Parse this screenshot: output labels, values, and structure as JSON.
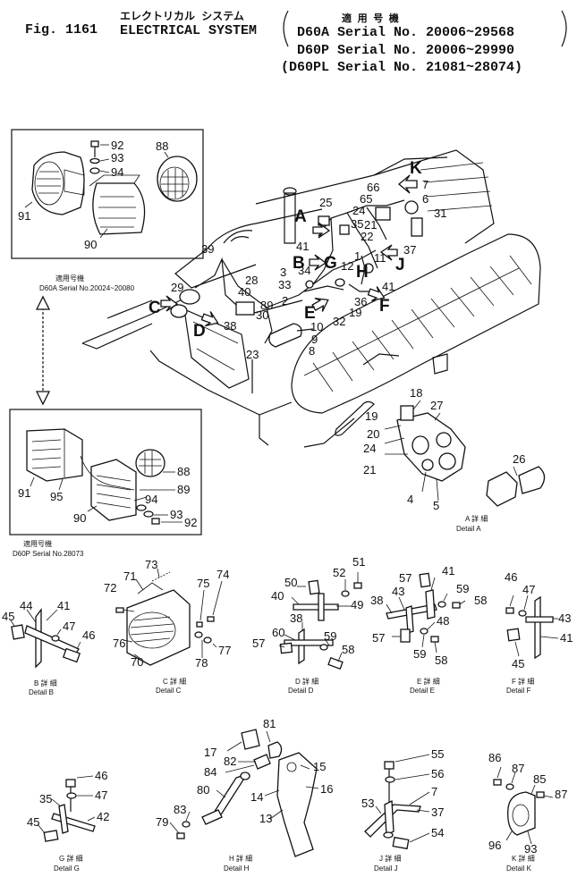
{
  "header": {
    "fig": "Fig. 1161",
    "title_jp": "エレクトリカル システム",
    "title_en": "ELECTRICAL SYSTEM",
    "applicable_jp": "適 用 号 機",
    "serials": [
      "D60A Serial No. 20006~29568",
      "D60P Serial No. 20006~29990",
      "(D60PL Serial No. 21081~28074)"
    ]
  },
  "inset_top": {
    "applicable": "適用号機",
    "serial": "D60A Serial No.20024~20080",
    "parts": [
      "92",
      "93",
      "94",
      "88",
      "91",
      "90"
    ]
  },
  "inset_bottom": {
    "applicable": "適用号機",
    "serial": "D60P Serial No.28073",
    "parts": [
      "88",
      "89",
      "94",
      "93",
      "92",
      "91",
      "95",
      "90"
    ]
  },
  "main_letters": [
    "K",
    "A",
    "B",
    "G",
    "H",
    "J",
    "C",
    "D",
    "E",
    "F"
  ],
  "main_parts": [
    "66",
    "7",
    "65",
    "6",
    "25",
    "24",
    "31",
    "35",
    "21",
    "22",
    "37",
    "41",
    "11",
    "1",
    "12",
    "34",
    "39",
    "28",
    "29",
    "40",
    "89",
    "33",
    "2",
    "3",
    "30",
    "36",
    "41",
    "19",
    "32",
    "10",
    "9",
    "8",
    "38",
    "23",
    "18",
    "27",
    "19",
    "20",
    "24",
    "21",
    "4",
    "5",
    "26"
  ],
  "details": [
    {
      "id": "A",
      "jp": "A 詳 細",
      "en": "Detail A"
    },
    {
      "id": "B",
      "jp": "B 詳 細",
      "en": "Detail B",
      "parts": [
        "44",
        "45",
        "41",
        "47",
        "46"
      ]
    },
    {
      "id": "C",
      "jp": "C 詳 細",
      "en": "Detail C",
      "parts": [
        "72",
        "71",
        "73",
        "75",
        "74",
        "76",
        "70",
        "78",
        "77"
      ]
    },
    {
      "id": "D",
      "jp": "D 詳 細",
      "en": "Detail D",
      "parts": [
        "50",
        "52",
        "51",
        "40",
        "49",
        "38",
        "60",
        "59",
        "57",
        "58"
      ]
    },
    {
      "id": "E",
      "jp": "E 詳 細",
      "en": "Detail E",
      "parts": [
        "57",
        "41",
        "38",
        "43",
        "59",
        "48",
        "58",
        "57",
        "59",
        "58"
      ]
    },
    {
      "id": "F",
      "jp": "F 詳 細",
      "en": "Detail F",
      "parts": [
        "46",
        "47",
        "43",
        "41",
        "45"
      ]
    },
    {
      "id": "G",
      "jp": "G 詳 細",
      "en": "Detail G",
      "parts": [
        "46",
        "47",
        "35",
        "42",
        "45"
      ]
    },
    {
      "id": "H",
      "jp": "H 詳 細",
      "en": "Detail H",
      "parts": [
        "81",
        "17",
        "82",
        "15",
        "84",
        "16",
        "80",
        "14",
        "83",
        "13",
        "79"
      ]
    },
    {
      "id": "J",
      "jp": "J 詳 細",
      "en": "Detail J",
      "parts": [
        "55",
        "56",
        "7",
        "53",
        "37",
        "54"
      ]
    },
    {
      "id": "K",
      "jp": "K 詳 細",
      "en": "Detail K",
      "parts": [
        "86",
        "87",
        "85",
        "87",
        "96",
        "93"
      ]
    }
  ]
}
